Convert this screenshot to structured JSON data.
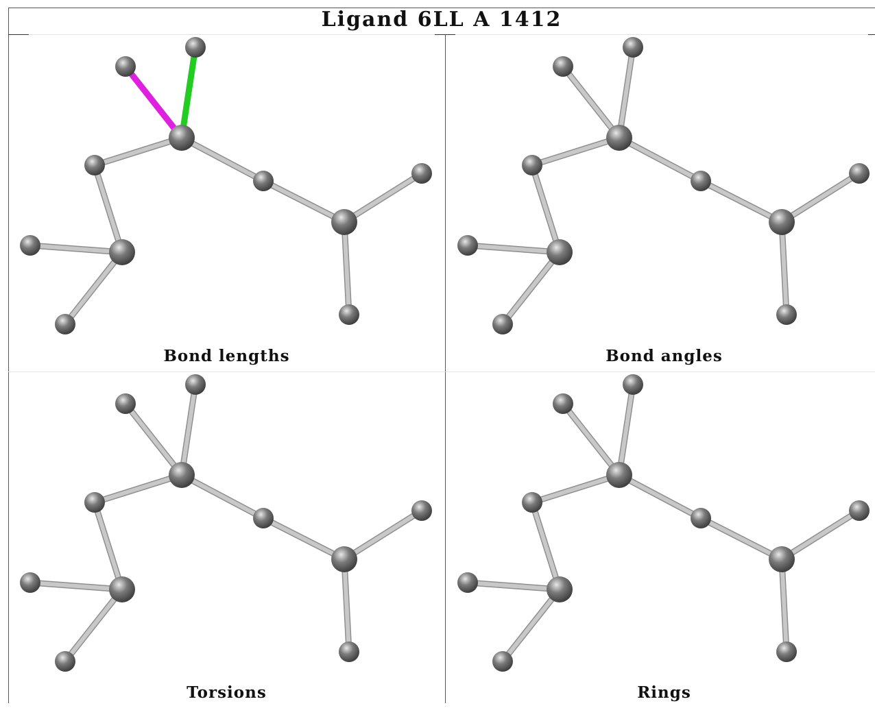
{
  "title": "Ligand 6LL A 1412",
  "panels": [
    {
      "caption": "Bond lengths"
    },
    {
      "caption": "Bond angles"
    },
    {
      "caption": "Torsions"
    },
    {
      "caption": "Rings"
    }
  ],
  "colors": {
    "atom": "#7a7a7a",
    "bond": "#c8c8c8",
    "highlight_bond_1": "#e020e0",
    "highlight_bond_2": "#22cc22"
  }
}
